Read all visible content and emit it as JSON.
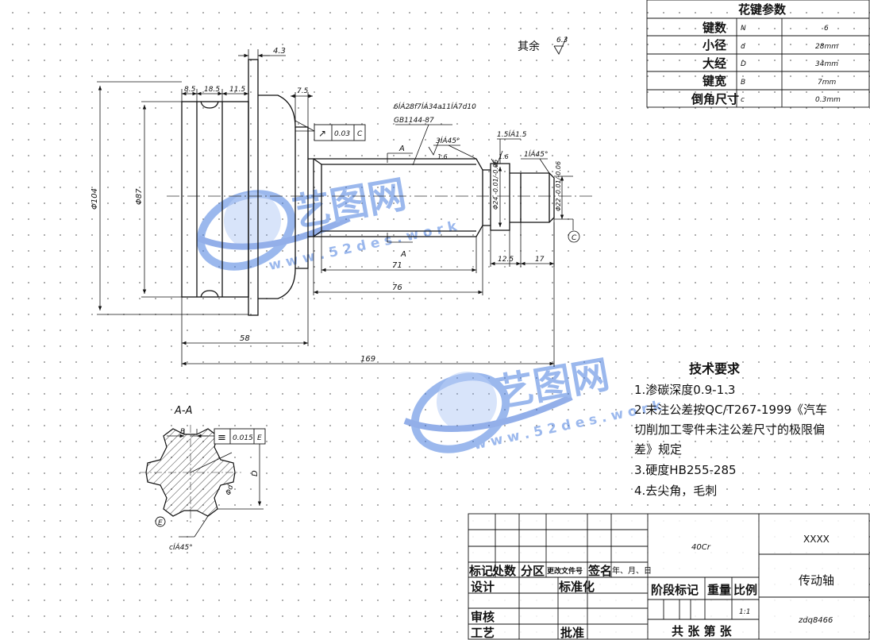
{
  "spline_table": {
    "title": "花键参数",
    "rows": [
      {
        "name": "键数",
        "symbol": "N",
        "value": "6"
      },
      {
        "name": "小径",
        "symbol": "d",
        "value": "28mm"
      },
      {
        "name": "大经",
        "symbol": "D",
        "value": "34mm"
      },
      {
        "name": "键宽",
        "symbol": "B",
        "value": "7mm"
      },
      {
        "name": "倒角尺寸",
        "symbol": "c",
        "value": "0.3mm"
      }
    ]
  },
  "surface_note": {
    "label": "其余",
    "roughness": "6.3"
  },
  "spline_callout": {
    "line1": "6ÍÁ28f7ÍÁ34a11ÍÁ7d10",
    "line2": "GB1144-87"
  },
  "tolerance_frames": {
    "runout": {
      "symbol": "↗",
      "value": "0.03",
      "datum": "C"
    },
    "symmetry": {
      "symbol": "≡",
      "value": "0.015",
      "datum": "E"
    }
  },
  "dimensions": {
    "top_4_3": "4.3",
    "d8_5": "8.5",
    "d18_5": "18.5",
    "d11_5": "11.5",
    "d7_5": "7.5",
    "dia104": "Φ104",
    "dia87": "Φ87",
    "dia24": "Φ24 -0.01/-0.06",
    "dia22": "Φ22 -0.01/-0.06",
    "d71": "71",
    "d76": "76",
    "d58": "58",
    "d169": "169",
    "d12_5": "12.5",
    "d17": "17",
    "chamfer_3": "3ÍÁ45°",
    "r1_6a": "1.6",
    "groove": "1.5ÍÁ1.5",
    "r1_6b": "1.6",
    "chamfer_1": "1ÍÁ45°",
    "section_A_top": "A",
    "section_A_bottom": "A",
    "datum_C": "C"
  },
  "section_view": {
    "title": "A-A",
    "dim_B": "B",
    "dim_D": "D",
    "dim_d": "Φd",
    "datum_E": "E",
    "chamfer": "cÍÁ45°"
  },
  "tech_requirements": {
    "title": "技术要求",
    "items": [
      "1.渗碳深度0.9-1.3",
      "2.未注公差按QC/T267-1999《汽车",
      "切削加工零件未注公差尺寸的极限偏",
      "差》规定",
      "3.硬度HB255-285",
      "4.去尖角，毛刺"
    ]
  },
  "title_block": {
    "material": "40Cr",
    "company": "XXXX",
    "part_name": "传动轴",
    "drawing_no": "zdq8466",
    "scale": "1:1",
    "labels": {
      "mark": "标记",
      "count": "处数",
      "zone": "分区",
      "change_doc": "更改文件号",
      "sign": "签名",
      "date": "年、月、日",
      "design": "设计",
      "standard": "标准化",
      "stage": "阶段标记",
      "weight": "重量",
      "scale_label": "比例",
      "review": "审核",
      "process": "工艺",
      "approve": "批准",
      "sheets": "共  张  第  张"
    }
  },
  "watermark": {
    "text": "艺图网",
    "url": "w w w . 5 2 d e s . w o r k"
  },
  "colors": {
    "line": "#111111",
    "grid_dot": "#9a9a9a",
    "watermark": "#4a7fe0",
    "centerline": "#333333"
  }
}
